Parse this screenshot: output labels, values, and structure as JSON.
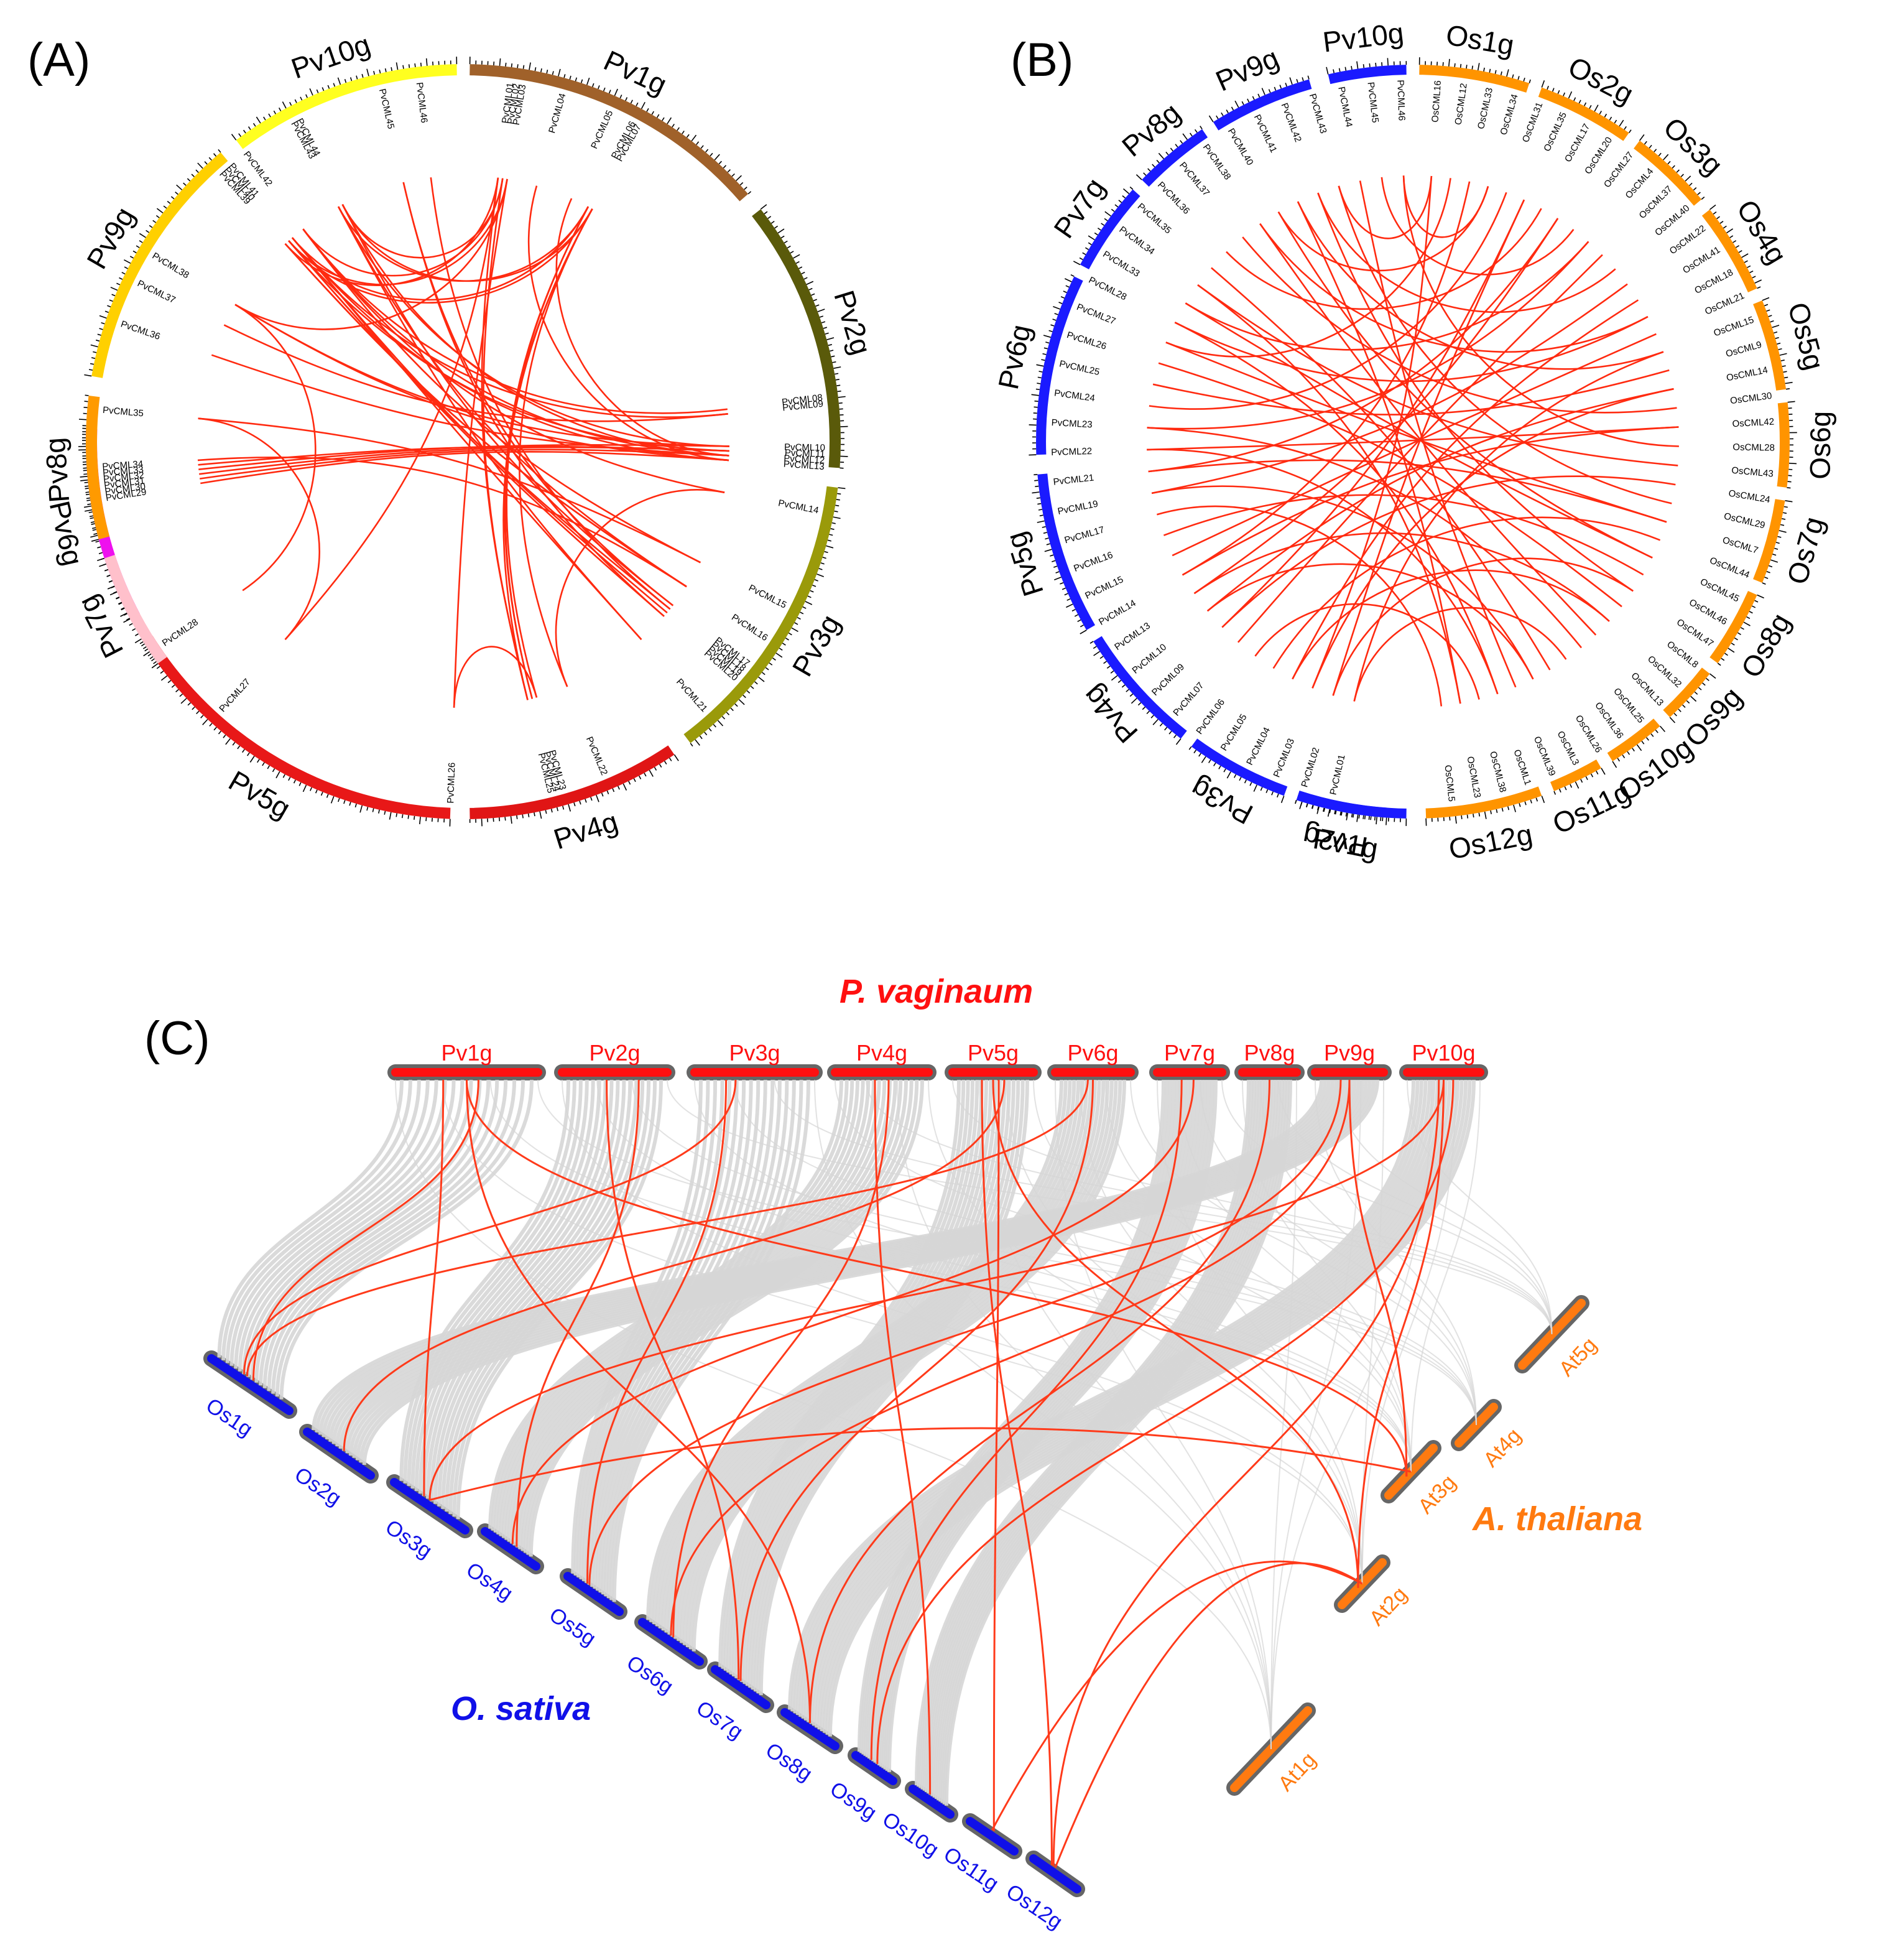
{
  "panels": [
    {
      "label": "(A)",
      "chromosomes": [
        {
          "name": "Pv1g",
          "color": "#a0612a"
        },
        {
          "name": "Pv2g",
          "color": "#5a5a0a"
        },
        {
          "name": "Pv3g",
          "color": "#9a9a0a"
        },
        {
          "name": "Pv4g",
          "color": "#e01515"
        },
        {
          "name": "Pv5g",
          "color": "#e81818"
        },
        {
          "name": "Pv6g",
          "color": "#ee10ee"
        },
        {
          "name": "Pv7g",
          "color": "#ffc0cb"
        },
        {
          "name": "Pv8g",
          "color": "#ff9a00"
        },
        {
          "name": "Pv9g",
          "color": "#ffd000"
        },
        {
          "name": "Pv10g",
          "color": "#ffff20"
        }
      ],
      "genes": [
        "PvCML01",
        "PvCML02",
        "PvCML03",
        "PvCML04",
        "PvCML05",
        "PvCML06",
        "PvCML07",
        "PvCML08",
        "PvCML09",
        "PvCML10",
        "PvCML11",
        "PvCML12",
        "PvCML13",
        "PvCML14",
        "PvCML15",
        "PvCML16",
        "PvCML17",
        "PvCML18",
        "PvCML19",
        "PvCML20",
        "PvCML21",
        "PvCML22",
        "PvCML23",
        "PvCML24",
        "PvCML25",
        "PvCML26",
        "PvCML27",
        "PvCML28",
        "PvCML29",
        "PvCML30",
        "PvCML31",
        "PvCML32",
        "PvCML33",
        "PvCML34",
        "PvCML35",
        "PvCML36",
        "PvCML37",
        "PvCML38",
        "PvCML39",
        "PvCML40",
        "PvCML41",
        "PvCML42",
        "PvCML43",
        "PvCML44",
        "PvCML45",
        "PvCML46"
      ]
    },
    {
      "label": "(B)",
      "chromosomes": [
        {
          "name": "Os1g",
          "color": "#ff9400"
        },
        {
          "name": "Os2g",
          "color": "#ff9400"
        },
        {
          "name": "Os3g",
          "color": "#ff9400"
        },
        {
          "name": "Os4g",
          "color": "#ff9400"
        },
        {
          "name": "Os5g",
          "color": "#ff9400"
        },
        {
          "name": "Os6g",
          "color": "#ff9400"
        },
        {
          "name": "Os7g",
          "color": "#ff9400"
        },
        {
          "name": "Os8g",
          "color": "#ff9400"
        },
        {
          "name": "Os9g",
          "color": "#ff9400"
        },
        {
          "name": "Os10g",
          "color": "#ff9400"
        },
        {
          "name": "Os11g",
          "color": "#ff9400"
        },
        {
          "name": "Os12g",
          "color": "#ff9400"
        },
        {
          "name": "Pv1g",
          "color": "#1a1aff"
        },
        {
          "name": "Pv2g",
          "color": "#1a1aff"
        },
        {
          "name": "Pv3g",
          "color": "#1a1aff"
        },
        {
          "name": "Pv4g",
          "color": "#1a1aff"
        },
        {
          "name": "Pv5g",
          "color": "#1a1aff"
        },
        {
          "name": "Pv6g",
          "color": "#1a1aff"
        },
        {
          "name": "Pv7g",
          "color": "#1a1aff"
        },
        {
          "name": "Pv8g",
          "color": "#1a1aff"
        },
        {
          "name": "Pv9g",
          "color": "#1a1aff"
        },
        {
          "name": "Pv10g",
          "color": "#1a1aff"
        }
      ],
      "pv_genes": [
        "PvCML46",
        "PvCML45",
        "PvCML44",
        "PvCML43",
        "PvCML42",
        "PvCML41",
        "PvCML40",
        "PvCML38",
        "PvCML37",
        "PvCML36",
        "PvCML35",
        "PvCML34",
        "PvCML33",
        "PvCML28",
        "PvCML27",
        "PvCML26",
        "PvCML25",
        "PvCML24",
        "PvCML23",
        "PvCML22",
        "PvCML21",
        "PvCML19",
        "PvCML17",
        "PvCML16",
        "PvCML15",
        "PvCML14",
        "PvCML13",
        "PvCML10",
        "PvCML09",
        "PvCML07",
        "PvCML06",
        "PvCML05",
        "PvCML04",
        "PvCML03",
        "PvCML02",
        "PvCML01"
      ],
      "os_genes": [
        "OsCML16",
        "OsCML12",
        "OsCML33",
        "OsCML34",
        "OsCML31",
        "OsCML35",
        "OsCML17",
        "OsCML20",
        "OsCML27",
        "OsCML4",
        "OsCML37",
        "OsCML40",
        "OsCML22",
        "OsCML41",
        "OsCML18",
        "OsCML21",
        "OsCML15",
        "OsCML9",
        "OsCML14",
        "OsCML30",
        "OsCML42",
        "OsCML28",
        "OsCML43",
        "OsCML24",
        "OsCML29",
        "OsCML7",
        "OsCML44",
        "OsCML45",
        "OsCML46",
        "OsCML47",
        "OsCML8",
        "OsCML32",
        "OsCML13",
        "OsCML25",
        "OsCML36",
        "OsCML26",
        "OsCML3",
        "OsCML39",
        "OsCML1",
        "OsCML38",
        "OsCML23",
        "OsCML5"
      ]
    },
    {
      "label": "(C)",
      "species": {
        "pv": "P. vaginaum",
        "os": "O. sativa",
        "at": "A. thaliana"
      },
      "species_colors": {
        "pv": "#ff1010",
        "os": "#1010e8",
        "at": "#ff7a10"
      },
      "pv_chromosomes": [
        "Pv1g",
        "Pv2g",
        "Pv3g",
        "Pv4g",
        "Pv5g",
        "Pv6g",
        "Pv7g",
        "Pv8g",
        "Pv9g",
        "Pv10g"
      ],
      "os_chromosomes": [
        "Os1g",
        "Os2g",
        "Os3g",
        "Os4g",
        "Os5g",
        "Os6g",
        "Os7g",
        "Os8g",
        "Os9g",
        "Os10g",
        "Os11g",
        "Os12g"
      ],
      "at_chromosomes": [
        "At1g",
        "At2g",
        "At3g",
        "At4g",
        "At5g"
      ],
      "colors": {
        "link": "#ff3a1a",
        "background_link": "#d6d6d6"
      }
    }
  ]
}
